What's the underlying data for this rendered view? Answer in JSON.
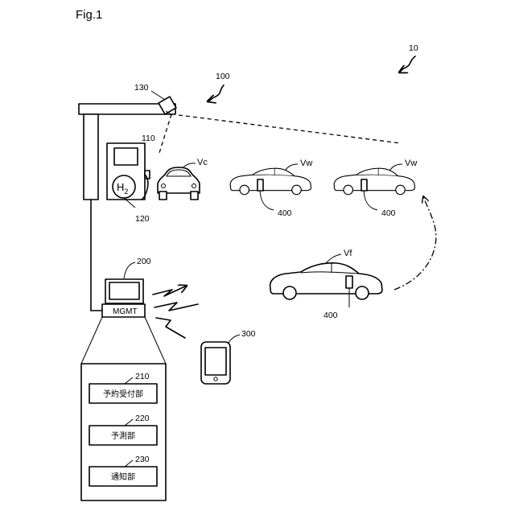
{
  "figure_title": "Fig.1",
  "refs": {
    "system": "10",
    "station": "100",
    "camera": "130",
    "dispenser": "110",
    "tank": "120",
    "server": "200",
    "server_label": "MGMT",
    "terminal": "300",
    "module_reservation": "210",
    "module_prediction": "220",
    "module_notification": "230",
    "vehicle_device": "400",
    "vehicle_device_vw2": "400",
    "vehicle_device_vf": "400"
  },
  "h2_symbol": "H",
  "h2_subscript": "2",
  "vehicles": {
    "charging": "Vc",
    "waiting_1": "Vw",
    "waiting_2": "Vw",
    "future": "Vf"
  },
  "modules": [
    {
      "id": "210",
      "label": "予約受付部"
    },
    {
      "id": "220",
      "label": "予測部"
    },
    {
      "id": "230",
      "label": "通知部"
    }
  ]
}
